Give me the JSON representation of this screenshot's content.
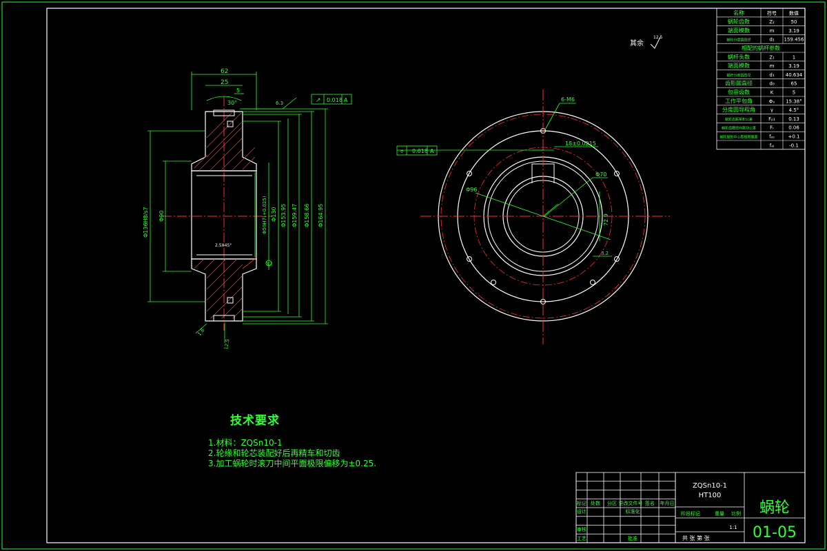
{
  "title_block": {
    "material_line1": "ZQSn10-1",
    "material_line2": "HT100",
    "part_name": "蜗轮",
    "drawing_no": "01-05",
    "scale": "1:1",
    "rev_header": [
      "标记",
      "处数",
      "分区",
      "更改文件号",
      "签名",
      "年月日"
    ],
    "roles": [
      "设计",
      "标准化",
      "审核",
      "工艺",
      "批准"
    ],
    "stage_header": [
      "阶段标记",
      "重量",
      "比例"
    ],
    "sheet_text": "共 张 第 张"
  },
  "params_table": {
    "header": [
      "名称",
      "符号",
      "数值"
    ],
    "rows": [
      [
        "蜗轮齿数",
        "Z₂",
        "50"
      ],
      [
        "端面模数",
        "m",
        "3.19"
      ],
      [
        "蜗轮分度圆直径",
        "d₂",
        "159.456"
      ],
      [
        "相配的蜗杆参数",
        "",
        ""
      ],
      [
        "蜗杆头数",
        "Z₁",
        "1"
      ],
      [
        "端面模数",
        "m",
        "3.19"
      ],
      [
        "蜗杆分度圆直径",
        "d₁",
        "40.634"
      ],
      [
        "齿形圆直径",
        "d₀",
        "65"
      ],
      [
        "包容齿数",
        "K",
        "5"
      ],
      [
        "工作平包角",
        "Φₓ",
        "15.38°"
      ],
      [
        "分度圆导程角",
        "γ",
        "4.5°"
      ],
      [
        "蜗轮齿距累积公差",
        "Fₚ₁",
        "0.13"
      ],
      [
        "蜗轮齿圈径向跳动公差",
        "Fᵣ",
        "0.06"
      ],
      [
        "蜗轮副的中心距极限偏差",
        "fₐₛ",
        "+0.1"
      ],
      [
        "",
        "fₐᵢ",
        "-0.1"
      ]
    ]
  },
  "tech_requirements": {
    "title": "技术要求",
    "items": [
      "1.材料：ZQSn10-1",
      "2.轮缘和轮芯装配好后再精车和切齿",
      "3.加工蜗轮时滚刀中间平面极限偏移为±0.25."
    ]
  },
  "section_dims": {
    "width_total": "62",
    "width_rim": "25",
    "small": "5",
    "angle": "30°",
    "roughness_top": "6.3",
    "runout": "0.018",
    "datum": "A",
    "dia_1": "Φ136H8/s7",
    "dia_2": "Φ90",
    "dia_3": "Φ50H7(+0.025)",
    "dia_4": "Φ130",
    "dia_5": "Φ153.95",
    "dia_6": "Φ159.47",
    "dia_7": "Φ158.66",
    "dia_8": "Φ164.95",
    "chamfer": "2.5X45°",
    "surface": "3.2",
    "bottom_a": "1.6",
    "bottom_b": "12.5"
  },
  "front_dims": {
    "holes": "6-M6",
    "keyway": "18±0.0215",
    "bore": "Φ70",
    "bolt_circle": "Φ96",
    "key_depth": "72.9",
    "roughness": "3.2",
    "runout": "0.018",
    "datum": "A",
    "rest_label": "其余",
    "rest_value": "12.5"
  },
  "colors": {
    "line": "#ffffff",
    "dim": "#33ff33",
    "center": "#ff3030",
    "frame": "#33ff33",
    "hatch": "#ff3030"
  }
}
